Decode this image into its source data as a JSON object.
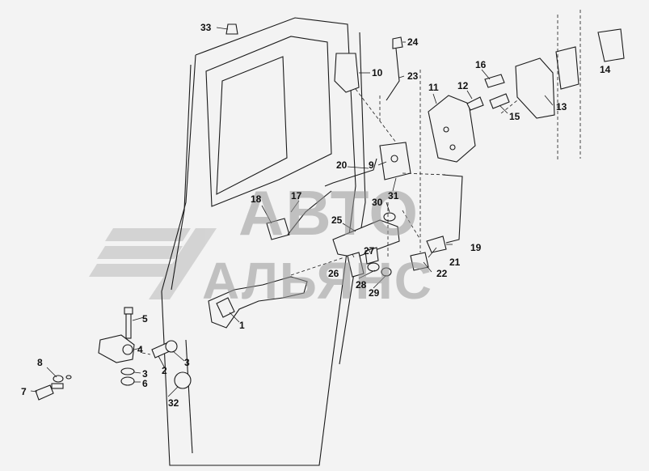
{
  "watermark": {
    "line1": "АВТО",
    "line2": "АЛЬЯНС"
  },
  "callouts": [
    "1",
    "2",
    "3",
    "3",
    "4",
    "5",
    "6",
    "7",
    "8",
    "9",
    "10",
    "11",
    "12",
    "13",
    "14",
    "15",
    "16",
    "17",
    "18",
    "19",
    "20",
    "21",
    "22",
    "23",
    "24",
    "25",
    "26",
    "27",
    "28",
    "29",
    "30",
    "31",
    "32",
    "33"
  ],
  "colors": {
    "line": "#1a1a1a",
    "background": "#f3f3f3",
    "watermark": "#9a9a9a"
  }
}
